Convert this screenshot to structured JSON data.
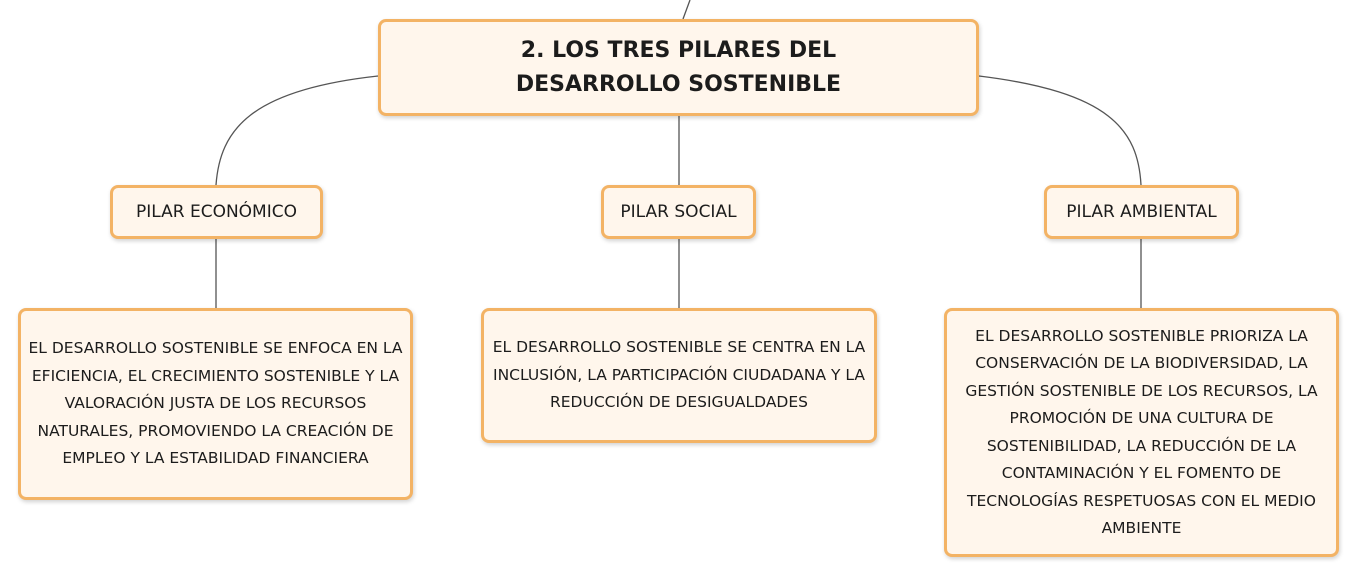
{
  "diagram": {
    "root": {
      "title": "2. LOS TRES PILARES DEL DESARROLLO SOSTENIBLE"
    },
    "pillars": [
      {
        "id": "economic",
        "label": "PILAR ECONÓMICO",
        "description": "EL DESARROLLO SOSTENIBLE SE ENFOCA EN LA EFICIENCIA, EL CRECIMIENTO SOSTENIBLE Y LA VALORACIÓN JUSTA DE LOS RECURSOS NATURALES, PROMOVIENDO LA CREACIÓN DE EMPLEO Y LA ESTABILIDAD FINANCIERA"
      },
      {
        "id": "social",
        "label": "PILAR SOCIAL",
        "description": "EL DESARROLLO SOSTENIBLE SE CENTRA EN LA INCLUSIÓN, LA PARTICIPACIÓN CIUDADANA Y LA REDUCCIÓN DE DESIGUALDADES"
      },
      {
        "id": "environmental",
        "label": "PILAR AMBIENTAL",
        "description": "EL DESARROLLO SOSTENIBLE PRIORIZA LA CONSERVACIÓN DE LA BIODIVERSIDAD, LA GESTIÓN SOSTENIBLE DE LOS RECURSOS, LA PROMOCIÓN DE UNA CULTURA DE SOSTENIBILIDAD, LA REDUCCIÓN DE LA CONTAMINACIÓN Y EL FOMENTO DE TECNOLOGÍAS RESPETUOSAS CON EL MEDIO AMBIENTE"
      }
    ]
  },
  "colors": {
    "node_fill": "#fff6ec",
    "node_border": "#f3b365",
    "connector": "#555555",
    "text": "#1c1c1c"
  }
}
